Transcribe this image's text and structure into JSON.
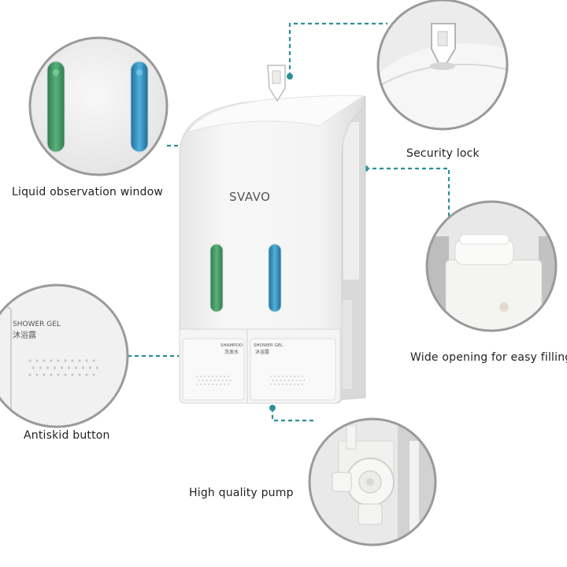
{
  "product": {
    "brand": "SVAVO",
    "left_compartment": {
      "en": "SHAMPOO",
      "cn": "洗发水"
    },
    "right_compartment": {
      "en": "SHOWER GEL",
      "cn": "沐浴露"
    }
  },
  "callouts": {
    "window": "Liquid observation window",
    "lock": "Security lock",
    "opening": "Wide opening for easy filling",
    "antiskid": "Antiskid button",
    "pump": "High quality pump"
  },
  "detail_antiskid": {
    "en": "SHOWER GEL",
    "cn": "沐浴露"
  },
  "colors": {
    "connector": "#2b8f96",
    "body": "#f3f3f3",
    "green_liquid": "#3e9a63",
    "blue_liquid": "#2f8fbf",
    "circle_border": "#9a9a9a"
  }
}
